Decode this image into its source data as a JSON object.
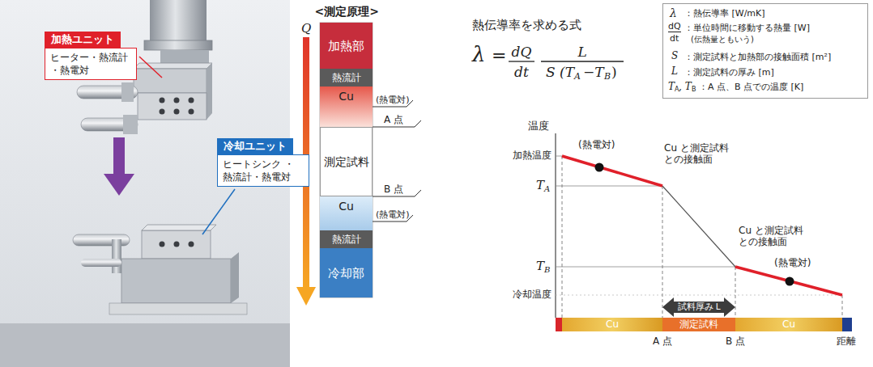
{
  "diagram": {
    "nodes": [
      {
        "text": [
          "加熱ユニット",
          "ヒーター・熱流計 ・熱電対"
        ]
      },
      {
        "text": [
          "冷却ユニット",
          "ヒートシンク ・熱流計・熱電対"
        ]
      },
      {
        "text": [
          "加熱部"
        ]
      },
      {
        "text": [
          "熱流計"
        ]
      },
      {
        "text": [
          "Cu"
        ]
      },
      {
        "text": [
          "測定試料"
        ]
      },
      {
        "text": [
          "Cu"
        ]
      },
      {
        "text": [
          "熱流計"
        ]
      },
      {
        "text": [
          "冷却部"
        ]
      },
      {
        "text": [
          "λ",
          "：熱伝導率 [W/mK]",
          "dQ",
          "dt",
          "：単位時間に移動する熱量 [W]",
          "(伝熱量ともいう)",
          "S",
          "：測定試料と加熱部の接触面積 [m²]",
          "L",
          "：測定試料の厚み [m]",
          "T",
          "A",
          ", T",
          "B",
          "：A 点、B 点での温度 [K]"
        ]
      },
      {
        "text": [
          "Cu"
        ]
      },
      {
        "text": [
          "測定試料"
        ]
      },
      {
        "text": [
          "Cu"
        ]
      }
    ],
    "labels": [
      "<測定原理>",
      "Q",
      "(熱電対)",
      "A 点",
      "B 点",
      "(熱電対)",
      "熱伝導率を求める式",
      "λ",
      "=",
      "dQ",
      "dt",
      "L",
      "S (T",
      "A",
      "−T",
      "B",
      ")",
      "温度",
      "加熱温度",
      "T",
      "A",
      "T",
      "B",
      "冷却温度",
      "(熱電対)",
      "Cu と測定試料 との接触面",
      "Cu と測定試料 との接触面",
      "(熱電対)",
      "試料厚み L",
      "A 点",
      "B 点",
      "距離"
    ]
  }
}
